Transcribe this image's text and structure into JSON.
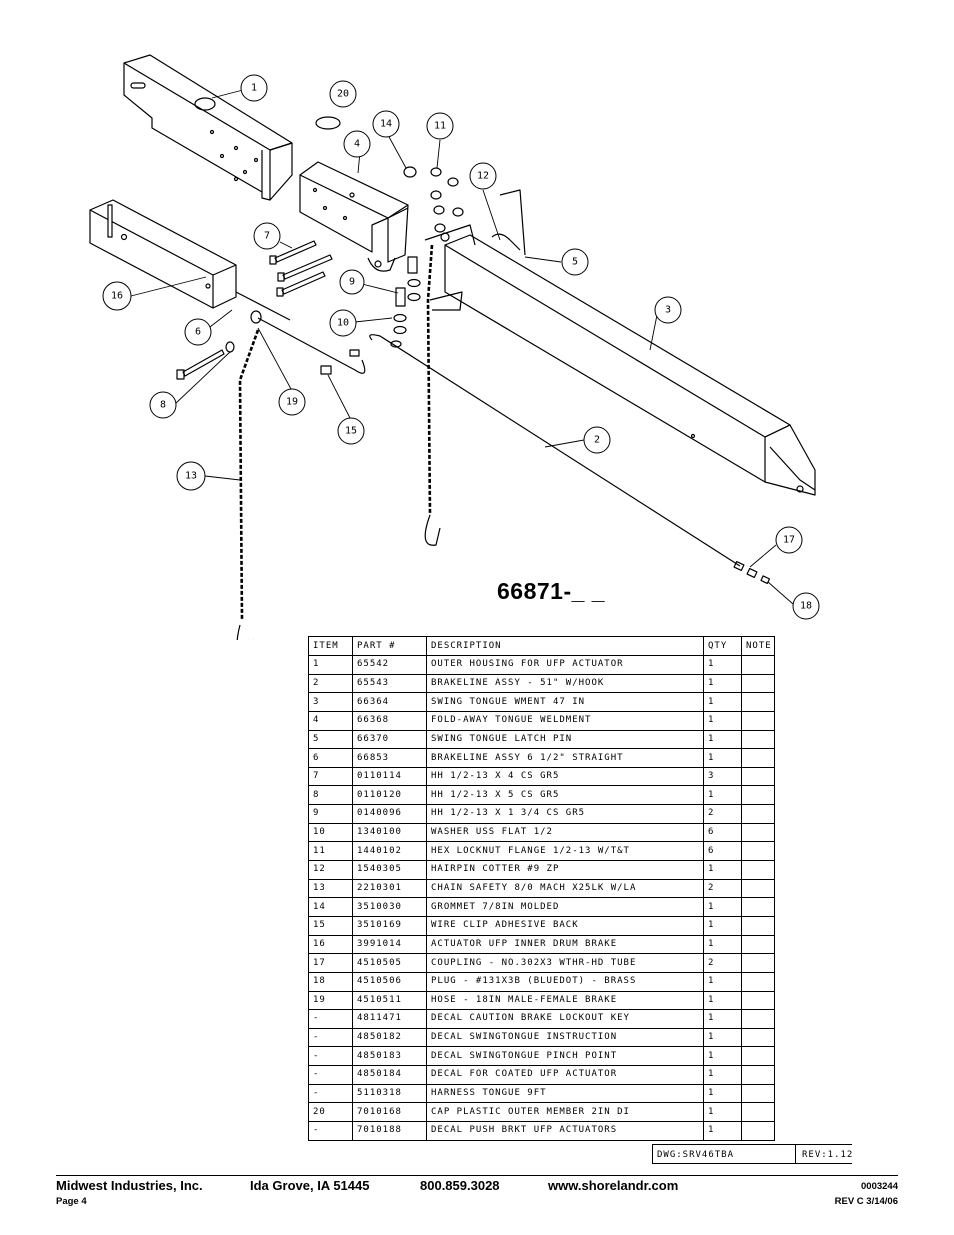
{
  "diagram": {
    "callouts": [
      "1",
      "20",
      "14",
      "11",
      "4",
      "12",
      "7",
      "5",
      "16",
      "9",
      "3",
      "6",
      "10",
      "8",
      "19",
      "15",
      "2",
      "13",
      "17",
      "18"
    ]
  },
  "model_number": "66871-_ _",
  "parts_table": {
    "headers": [
      "ITEM",
      "PART #",
      "DESCRIPTION",
      "QTY",
      "NOTE"
    ],
    "rows": [
      [
        "1",
        "65542",
        "OUTER HOUSING FOR UFP ACTUATOR",
        "1",
        ""
      ],
      [
        "2",
        "65543",
        "BRAKELINE ASSY - 51\" W/HOOK",
        "1",
        ""
      ],
      [
        "3",
        "66364",
        "SWING TONGUE WMENT 47 IN",
        "1",
        ""
      ],
      [
        "4",
        "66368",
        "FOLD-AWAY TONGUE WELDMENT",
        "1",
        ""
      ],
      [
        "5",
        "66370",
        "SWING TONGUE LATCH PIN",
        "1",
        ""
      ],
      [
        "6",
        "66853",
        "BRAKELINE ASSY 6 1/2\" STRAIGHT",
        "1",
        ""
      ],
      [
        "7",
        "0110114",
        "HH 1/2-13 X 4 CS GR5",
        "3",
        ""
      ],
      [
        "8",
        "0110120",
        "HH 1/2-13 X 5 CS GR5",
        "1",
        ""
      ],
      [
        "9",
        "0140096",
        "HH 1/2-13 X 1 3/4 CS GR5",
        "2",
        ""
      ],
      [
        "10",
        "1340100",
        "WASHER USS FLAT 1/2",
        "6",
        ""
      ],
      [
        "11",
        "1440102",
        "HEX LOCKNUT FLANGE 1/2-13 W/T&T",
        "6",
        ""
      ],
      [
        "12",
        "1540305",
        "HAIRPIN COTTER #9 ZP",
        "1",
        ""
      ],
      [
        "13",
        "2210301",
        "CHAIN SAFETY 8/0 MACH X25LK W/LA",
        "2",
        ""
      ],
      [
        "14",
        "3510030",
        "GROMMET  7/8IN MOLDED",
        "1",
        ""
      ],
      [
        "15",
        "3510169",
        "WIRE CLIP   ADHESIVE BACK",
        "1",
        ""
      ],
      [
        "16",
        "3991014",
        "ACTUATOR UFP INNER  DRUM BRAKE",
        "1",
        ""
      ],
      [
        "17",
        "4510505",
        "COUPLING - NO.302X3 WTHR-HD TUBE",
        "2",
        ""
      ],
      [
        "18",
        "4510506",
        "PLUG - #131X3B (BLUEDOT) - BRASS",
        "1",
        ""
      ],
      [
        "19",
        "4510511",
        "HOSE - 18IN MALE-FEMALE BRAKE",
        "1",
        ""
      ],
      [
        "-",
        "4811471",
        "DECAL CAUTION BRAKE LOCKOUT KEY",
        "1",
        ""
      ],
      [
        "-",
        "4850182",
        "DECAL SWINGTONGUE INSTRUCTION",
        "1",
        ""
      ],
      [
        "-",
        "4850183",
        "DECAL SWINGTONGUE PINCH POINT",
        "1",
        ""
      ],
      [
        "-",
        "4850184",
        "DECAL FOR COATED UFP ACTUATOR",
        "1",
        ""
      ],
      [
        "-",
        "5110318",
        "HARNESS TONGUE 9FT",
        "1",
        ""
      ],
      [
        "20",
        "7010168",
        "CAP  PLASTIC OUTER MEMBER 2IN DI",
        "1",
        ""
      ],
      [
        "-",
        "7010188",
        "DECAL PUSH BRKT UFP ACTUATORS",
        "1",
        ""
      ]
    ]
  },
  "title_block": {
    "dwg": "DWG:SRV46TBA",
    "rev": "REV:1.12"
  },
  "footer": {
    "company": "Midwest Industries, Inc.",
    "location": "Ida Grove, IA  51445",
    "phone": "800.859.3028",
    "website": "www.shorelandr.com",
    "page": "Page 4",
    "doc_number": "0003244",
    "revision": "REV  C  3/14/06"
  }
}
